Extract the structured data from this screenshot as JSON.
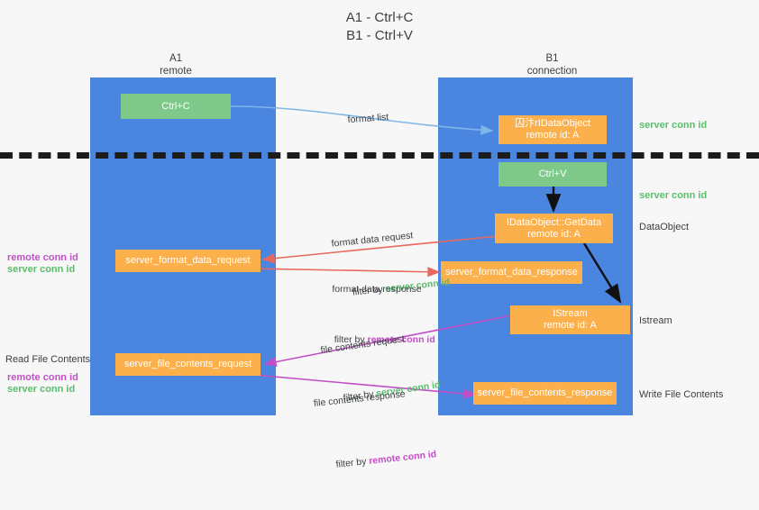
{
  "title": "A1 - Ctrl+C\nB1 - Ctrl+V",
  "lanes": [
    {
      "id": "a1",
      "name": "A1",
      "sub": "remote"
    },
    {
      "id": "b1",
      "name": "B1",
      "sub": "connection"
    }
  ],
  "boxes": {
    "ctrl_c": "Ctrl+C",
    "dataobject_remote": "囚汴rIDataObject\nremote id: A",
    "ctrl_v": "Ctrl+V",
    "getdata": "IDataObject::GetData\nremote id: A",
    "server_format_data_request": "server_format_data_request",
    "server_format_data_response": "server_format_data_response",
    "istream": "IStream\nremote id: A",
    "server_file_contents_request": "server_file_contents_request",
    "server_file_contents_response": "server_file_contents_response"
  },
  "right_labels": {
    "server_conn_id_top": "server conn id",
    "server_conn_id_mid": "server conn id",
    "dataobject": "DataObject",
    "istream": "Istream",
    "write_file_contents": "Write File Contents"
  },
  "left_labels": {
    "remote_conn_id_1": "remote conn id",
    "server_conn_id_1": "server conn id",
    "read_file_contents": "Read File Contents",
    "remote_conn_id_2": "remote conn id",
    "server_conn_id_2": "server conn id"
  },
  "edges": {
    "format_list": "format list",
    "format_data_request": "format data request",
    "format_data_request_filter_prefix": "filter by ",
    "format_data_request_filter_value": "server conn id",
    "format_data_response": "format data response",
    "format_data_response_filter_prefix": "filter by ",
    "format_data_response_filter_value": "remote conn id",
    "file_contents_request": "file contents request",
    "file_contents_request_filter_prefix": "filter by ",
    "file_contents_request_filter_value": "server conn id",
    "file_contents_response": "file contents response",
    "file_contents_response_filter_prefix": "filter by ",
    "file_contents_response_filter_value": "remote conn id"
  },
  "colors": {
    "lane": "#4a86e0",
    "orange": "#fcb04b",
    "green_box": "#7ec98a",
    "green_text": "#5bbd6d",
    "magenta_text": "#c34fc8",
    "arrow_blue": "#7fb6e8",
    "arrow_red": "#e8685d",
    "arrow_magenta": "#c34fc8",
    "arrow_black": "#111111",
    "background": "#f7f7f7"
  }
}
